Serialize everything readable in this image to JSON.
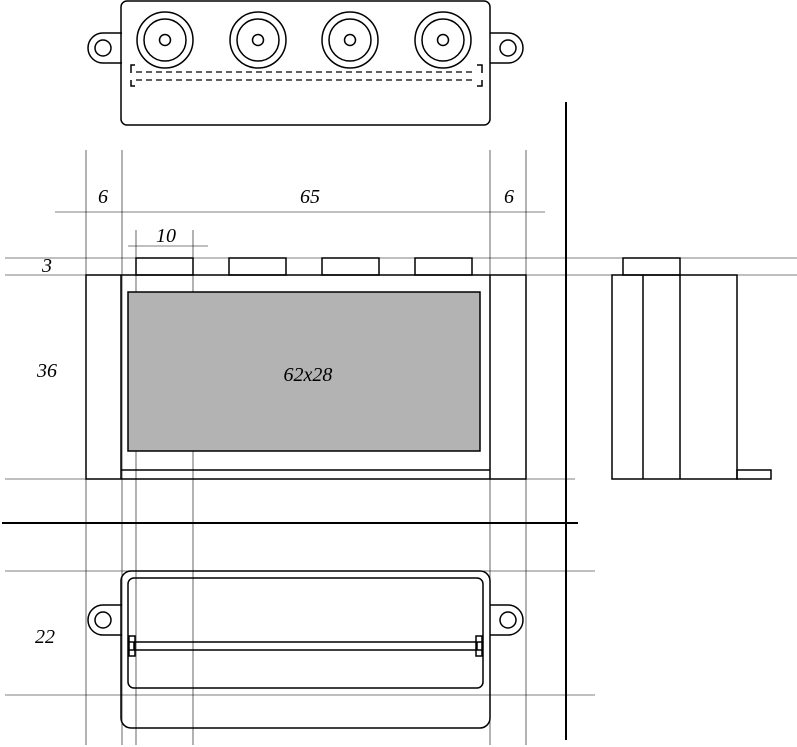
{
  "dimensions": {
    "left_margin": "6",
    "width": "65",
    "right_margin": "6",
    "stud_width": "10",
    "stud_height": "3",
    "body_height": "36",
    "depth": "22"
  },
  "panel_label": "62x28",
  "colors": {
    "ink": "#000000",
    "panel_fill": "#b3b3b3",
    "background": "#ffffff"
  }
}
